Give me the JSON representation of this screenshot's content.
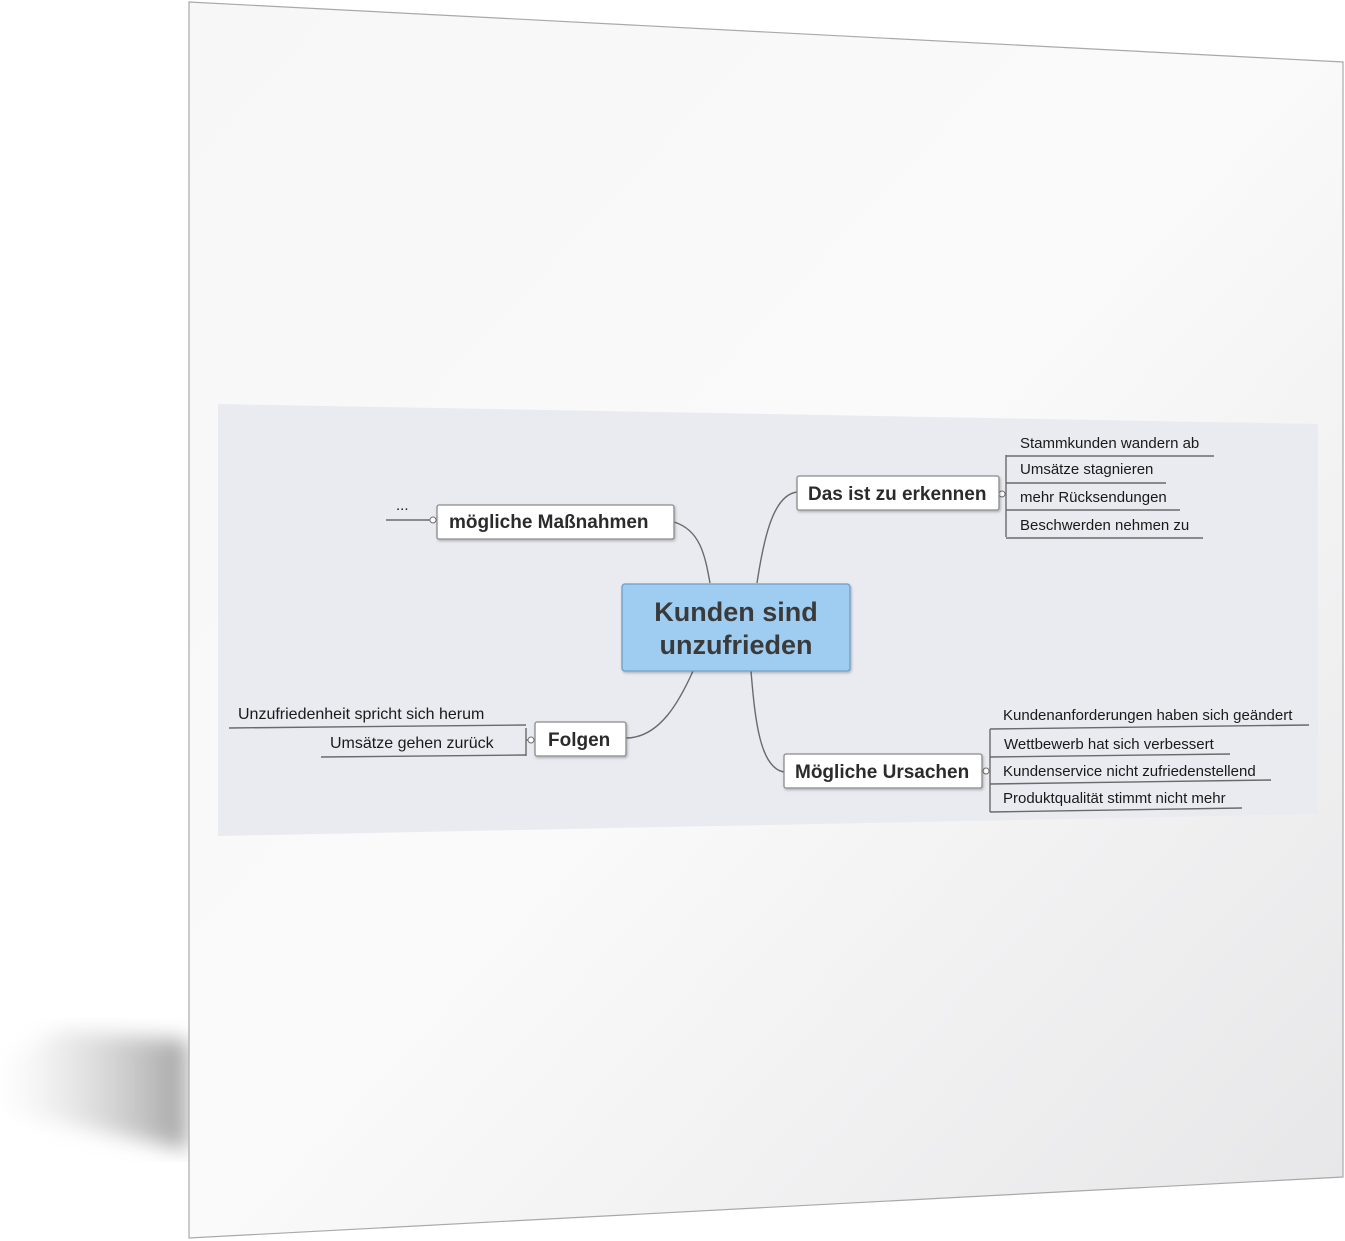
{
  "central": {
    "line1": "Kunden sind",
    "line2": "unzufrieden"
  },
  "branches": {
    "erkennen": {
      "label": "Das ist zu erkennen",
      "items": [
        "Stammkunden wandern ab",
        "Umsätze stagnieren",
        "mehr Rücksendungen",
        "Beschwerden nehmen zu"
      ]
    },
    "massnahmen": {
      "label": "mögliche Maßnahmen",
      "items": [
        "..."
      ]
    },
    "folgen": {
      "label": "Folgen",
      "items": [
        "Unzufriedenheit spricht sich herum",
        "Umsätze gehen zurück"
      ]
    },
    "ursachen": {
      "label": "Mögliche Ursachen",
      "items": [
        "Kundenanforderungen haben sich geändert",
        "Wettbewerb hat sich verbessert",
        "Kundenservice nicht zufriedenstellend",
        "Produktqualität stimmt nicht mehr"
      ]
    }
  },
  "colors": {
    "central_fill": "#9fcdf2",
    "central_stroke": "#6e9ec4",
    "panel": "#e9ebf1",
    "line": "#6a6a6a",
    "node_border": "#8a8a8a"
  }
}
